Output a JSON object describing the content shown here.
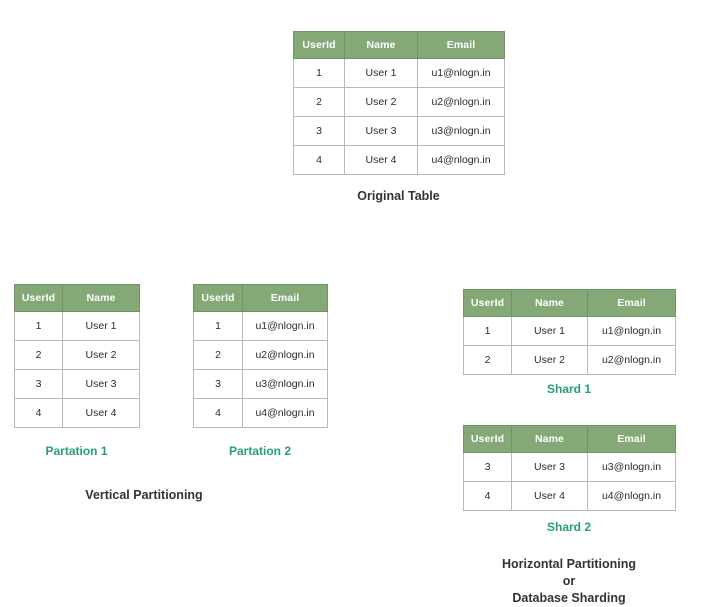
{
  "diagram": {
    "column_headers": [
      "UserId",
      "Name",
      "Email"
    ],
    "original_table": {
      "caption": "Original Table",
      "headers": [
        "UserId",
        "Name",
        "Email"
      ],
      "rows": [
        [
          "1",
          "User 1",
          "u1@nlogn.in"
        ],
        [
          "2",
          "User 2",
          "u2@nlogn.in"
        ],
        [
          "3",
          "User 3",
          "u3@nlogn.in"
        ],
        [
          "4",
          "User 4",
          "u4@nlogn.in"
        ]
      ]
    },
    "partition_1": {
      "caption": "Partation 1",
      "headers": [
        "UserId",
        "Name"
      ],
      "rows": [
        [
          "1",
          "User 1"
        ],
        [
          "2",
          "User 2"
        ],
        [
          "3",
          "User 3"
        ],
        [
          "4",
          "User 4"
        ]
      ]
    },
    "partition_2": {
      "caption": "Partation 2",
      "headers": [
        "UserId",
        "Email"
      ],
      "rows": [
        [
          "1",
          "u1@nlogn.in"
        ],
        [
          "2",
          "u2@nlogn.in"
        ],
        [
          "3",
          "u3@nlogn.in"
        ],
        [
          "4",
          "u4@nlogn.in"
        ]
      ]
    },
    "vertical_caption": "Vertical Partitioning",
    "shard_1": {
      "caption": "Shard 1",
      "headers": [
        "UserId",
        "Name",
        "Email"
      ],
      "rows": [
        [
          "1",
          "User 1",
          "u1@nlogn.in"
        ],
        [
          "2",
          "User 2",
          "u2@nlogn.in"
        ]
      ]
    },
    "shard_2": {
      "caption": "Shard 2",
      "headers": [
        "UserId",
        "Name",
        "Email"
      ],
      "rows": [
        [
          "3",
          "User 3",
          "u3@nlogn.in"
        ],
        [
          "4",
          "User 4",
          "u4@nlogn.in"
        ]
      ]
    },
    "horizontal_caption_lines": [
      "Horizontal Partitioning",
      "or",
      "Database Sharding"
    ],
    "colors": {
      "header_green": "#84a977",
      "header_border": "#6f9463",
      "label_green": "#26a072",
      "text_dark": "#333333",
      "cell_border": "#b9b9b9",
      "background": "#ffffff"
    }
  }
}
